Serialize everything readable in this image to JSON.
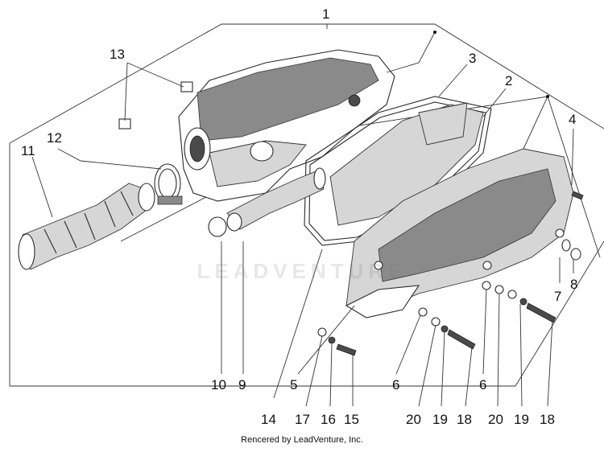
{
  "callouts": {
    "c1": "1",
    "c2": "2",
    "c3": "3",
    "c4": "4",
    "c5": "5",
    "c6a": "6",
    "c6b": "6",
    "c7": "7",
    "c8": "8",
    "c9": "9",
    "c10": "10",
    "c11": "11",
    "c12": "12",
    "c13": "13",
    "c14": "14",
    "c15": "15",
    "c16": "16",
    "c17": "17",
    "c18a": "18",
    "c18b": "18",
    "c19a": "19",
    "c19b": "19",
    "c20a": "20",
    "c20b": "20"
  },
  "watermark": "LEADVENTURE",
  "footer": "Rencered by LeadVenture, Inc."
}
